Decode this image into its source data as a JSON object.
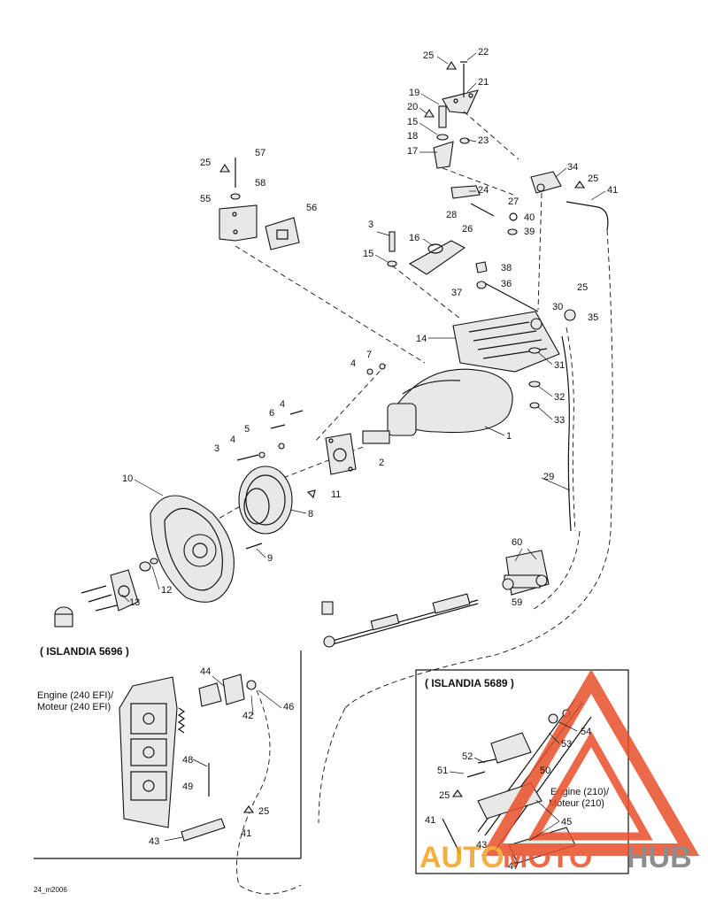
{
  "callouts": {
    "c25a": "25",
    "c22": "22",
    "c21": "21",
    "c19": "19",
    "c20": "20",
    "c15a": "15",
    "c23": "23",
    "c18": "18",
    "c17": "17",
    "c34": "34",
    "c25b": "25",
    "c41a": "41",
    "c24": "24",
    "c27": "27",
    "c28": "28",
    "c40": "40",
    "c26": "26",
    "c39": "39",
    "c3a": "3",
    "c16": "16",
    "c15b": "15",
    "c38": "38",
    "c36": "36",
    "c37": "37",
    "c25c": "25",
    "c30": "30",
    "c35": "35",
    "c14": "14",
    "c31": "31",
    "c32": "32",
    "c33": "33",
    "c7": "7",
    "c4a": "4",
    "c1": "1",
    "c4b": "4",
    "c6": "6",
    "c5": "5",
    "c4c": "4",
    "c3b": "3",
    "c2": "2",
    "c29": "29",
    "c10": "10",
    "c11": "11",
    "c8": "8",
    "c60": "60",
    "c9": "9",
    "c12": "12",
    "c13": "13",
    "c59": "59",
    "c25d": "25",
    "c57": "57",
    "c58": "58",
    "c55": "55",
    "c56": "56",
    "c44": "44",
    "c42": "42",
    "c46": "46",
    "c48": "48",
    "c49": "49",
    "c25e": "25",
    "c41b": "41",
    "c43a": "43",
    "c54": "54",
    "c53": "53",
    "c52": "52",
    "c51": "51",
    "c50": "50",
    "c25f": "25",
    "c45": "45",
    "c41c": "41",
    "c43b": "43",
    "c47": "47"
  },
  "box_left": {
    "title": "( ISLANDIA 5696 )",
    "engine_en": "Engine (240 EFI)/",
    "engine_fr": "Moteur (240 EFI)"
  },
  "box_right": {
    "title": "( ISLANDIA 5689 )",
    "engine_en": "Engine (210)/",
    "engine_fr": "Moteur (210)"
  },
  "footer_code": "24_m2006",
  "watermark": {
    "part1": "AUTO",
    "part2": "MOTO",
    "part3": "HUB",
    "color": "#e8502a",
    "hub_color": "#7a7a7a"
  }
}
